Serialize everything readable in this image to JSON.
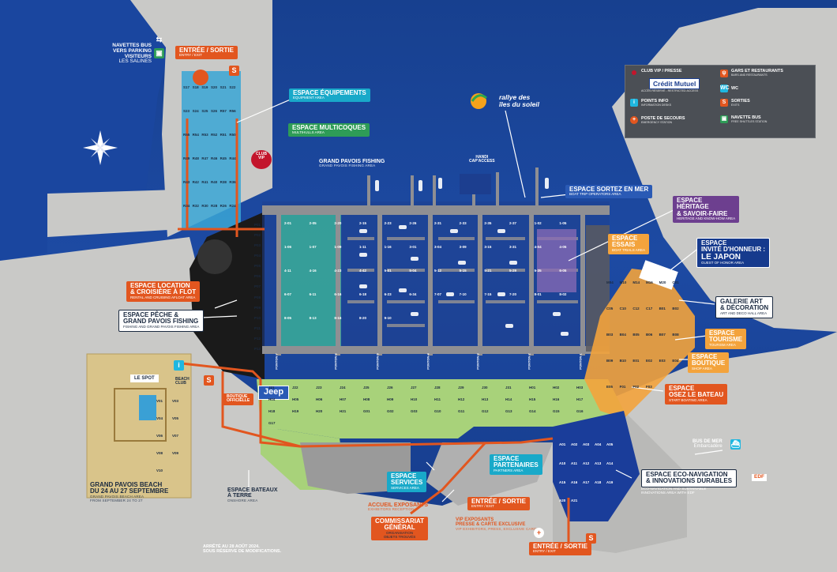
{
  "colors": {
    "sea": "#1d4aa3",
    "land": "#c9c9c7",
    "pier": "#8f8f93",
    "orange": "#e2561f",
    "teal": "#19a9c9",
    "green": "#2e9c57",
    "navy": "#163a8d",
    "purple": "#6d3f8f",
    "yellow_beach": "#d9c48a",
    "legend_bg": "#4b4f55"
  },
  "labels": {
    "navettes_bus": {
      "line1": "NAVETTES BUS",
      "line2": "VERS PARKING VISITEURS",
      "line3": "LES SALINES"
    },
    "entree_top": {
      "title": "ENTRÉE / SORTIE",
      "sub": "ENTRY / EXIT"
    },
    "equipements": {
      "title": "ESPACE ÉQUIPEMENTS",
      "sub": "EQUIPMENT AREA"
    },
    "multicoques": {
      "title": "ESPACE MULTICOQUES",
      "sub": "MULTIHULLS AREA"
    },
    "grand_pavois_fishing": {
      "title": "GRAND PAVOIS FISHING",
      "sub": "GRAND PAVOIS FISHING AREA"
    },
    "club_vip": {
      "line1": "CLUB",
      "line2": "VIP"
    },
    "handi": {
      "line1": "HANDI",
      "line2": "CAP'ACCESS"
    },
    "sortez": {
      "title": "ESPACE SORTEZ EN MER",
      "sub": "BOAT TRIP OPERATORS AREA"
    },
    "heritage": {
      "line1": "ESPACE",
      "line2": "HÉRITAGE",
      "line3": "& SAVOIR-FAIRE",
      "sub": "HERITAGE AND KNOW-HOW AREA"
    },
    "essais": {
      "line1": "ESPACE",
      "line2": "ESSAIS",
      "sub": "BOAT TRIALS AREA"
    },
    "invite": {
      "line1": "ESPACE",
      "line2": "INVITÉ D'HONNEUR :",
      "line3": "LE JAPON",
      "sub": "GUEST OF HONOR AREA"
    },
    "galerie": {
      "line1": "GALERIE ART",
      "line2": "& DÉCORATION",
      "sub": "ART AND DECO HALL AREA"
    },
    "tourisme": {
      "line1": "ESPACE",
      "line2": "TOURISME",
      "sub": "TOURISM AREA"
    },
    "boutique": {
      "line1": "ESPACE",
      "line2": "BOUTIQUE",
      "sub": "SHOP AREA"
    },
    "osez": {
      "line1": "ESPACE",
      "line2": "OSEZ LE BATEAU",
      "sub": "START BOATING AREA"
    },
    "location": {
      "line1": "ESPACE LOCATION",
      "line2": "& CROISIÈRE À FLOT",
      "sub": "RENTAL AND CRUISING AFLOAT AREA"
    },
    "peche": {
      "line1": "ESPACE PÊCHE &",
      "line2": "GRAND PAVOIS FISHING",
      "sub": "FISHING AND GRAND PAVOIS FISHING AREA"
    },
    "le_spot": "LE SPOT",
    "beach_club": {
      "line1": "BEACH",
      "line2": "CLUB"
    },
    "boutique_off": {
      "line1": "BOUTIQUE",
      "line2": "OFFICIELLE"
    },
    "jeep": "Jeep",
    "grand_pavois_beach": {
      "line1": "GRAND PAVOIS BEACH",
      "line2": "DU 24 AU 27 SEPTEMBRE",
      "sub1": "GRAND PAVOIS BEACH AREA",
      "sub2": "FROM SEPTEMBER 24 TO 27"
    },
    "bateaux_terre": {
      "line1": "ESPACE BATEAUX",
      "line2": "À TERRE",
      "sub": "ONSHORE AREA"
    },
    "services": {
      "line1": "ESPACE",
      "line2": "SERVICES",
      "sub": "SERVICES AREA"
    },
    "partenaires": {
      "line1": "ESPACE",
      "line2": "PARTENAIRES",
      "sub": "PARTNERS AREA"
    },
    "accueil": {
      "line1": "ACCUEIL EXPOSANTS",
      "sub": "EXHIBITORS RECEPTION"
    },
    "commissariat": {
      "line1": "COMMISSARIAT",
      "line2": "GÉNÉRAL",
      "sub1": "ORGANISATION",
      "sub2": "OBJETS TROUVÉS"
    },
    "vip_expo": {
      "line1": "VIP EXPOSANTS",
      "line2": "PRESSE & CARTE EXCLUSIVE",
      "sub": "VIP EXHIBITORS, PRESS, EXCLUSIVE CARD"
    },
    "entree_mid": {
      "title": "ENTRÉE / SORTIE",
      "sub": "ENTRY / EXIT"
    },
    "entree_bottom": {
      "title": "ENTRÉE / SORTIE",
      "sub": "ENTRY / EXIT"
    },
    "eco": {
      "line1": "ESPACE ECO-NAVIGATION",
      "line2": "& INNOVATIONS DURABLES",
      "sub1": "ECO-NAVIGATION AND SUSTAINABLE",
      "sub2": "INNOVATIONS AREA WITH EDF"
    },
    "bus_mer": {
      "line1": "BUS DE MER",
      "line2": "Embarcadère"
    },
    "arrete": {
      "line1": "ARRÊTÉ AU 28 AOÛT 2024.",
      "line2": "SOUS RÉSERVE DE MODIFICATIONS."
    },
    "rallye": {
      "line1": "rallye des",
      "line2": "îles du soleil"
    }
  },
  "legend": {
    "club_vip": {
      "line1": "CLUB VIP / PRESSE",
      "credit": "Crédit Mutuel",
      "sub": "ACCÈS RÉSERVÉ - RESTRICTED ACCESS"
    },
    "gares": {
      "line1": "GARS ET RESTAURANTS",
      "sub": "BARS AND RESTAURANTS"
    },
    "wc": {
      "line1": "WC"
    },
    "points_info": {
      "line1": "POINTS INFO",
      "sub": "INFORMATION DESKS"
    },
    "sorties": {
      "line1": "SORTIES",
      "sub": "EXITS"
    },
    "secours": {
      "line1": "POSTE DE SECOURS",
      "sub": "EMERGENCY STATION"
    },
    "navette": {
      "line1": "NAVETTE BUS",
      "sub": "FREE SHUTTLES STATION"
    }
  },
  "icons": [
    "bus-icon",
    "compass-rose-icon",
    "toilet-icon",
    "restaurant-icon",
    "info-icon",
    "exit-icon",
    "first-aid-icon",
    "ferry-icon",
    "edf-logo-icon",
    "walker-icon"
  ],
  "stands": {
    "top": [
      "S17",
      "S18",
      "S19",
      "S20",
      "S21",
      "S22",
      "S23",
      "S24",
      "S25",
      "S26",
      "R57",
      "R56",
      "R55",
      "R54",
      "R53",
      "R52",
      "R51",
      "R50",
      "R49",
      "R48",
      "R47",
      "R46",
      "R45",
      "R44",
      "R43",
      "R42",
      "R41",
      "R40",
      "R38",
      "R36",
      "R34",
      "R32",
      "R30",
      "R28",
      "R26",
      "R24"
    ],
    "docks": [
      "2-01",
      "2-05",
      "2-20",
      "2-15",
      "2-23",
      "2-26",
      "2-31",
      "2-33",
      "2-35",
      "2-37",
      "1-02",
      "1-05",
      "1-06",
      "1-07",
      "1-09",
      "1-11",
      "1-16",
      "3-01",
      "3-04",
      "3-09",
      "3-15",
      "3-31",
      "4-04",
      "4-05",
      "4-11",
      "4-16",
      "4-23",
      "4-42",
      "5-01",
      "5-04",
      "5-12",
      "5-15",
      "5-21",
      "5-29",
      "5-35",
      "6-05",
      "6-07",
      "6-11",
      "6-16",
      "6-18",
      "6-23",
      "6-34",
      "7-07",
      "7-10",
      "7-15",
      "7-20",
      "8-01",
      "8-02",
      "8-05",
      "8-13",
      "8-16",
      "8-20",
      "9-10"
    ],
    "quays": [
      "P01",
      "P02",
      "P03",
      "P04",
      "P05",
      "P06",
      "P07",
      "P08",
      "P09",
      "P10",
      "P11",
      "P12",
      "P13"
    ],
    "right": [
      "M04",
      "M10",
      "M14",
      "M16",
      "M20",
      "C01",
      "C05",
      "C10",
      "C12",
      "C17",
      "B01",
      "B02",
      "B03",
      "B04",
      "B05",
      "B06",
      "B07",
      "B08",
      "B09",
      "B10",
      "E01",
      "E02",
      "E03",
      "E04",
      "E05",
      "F01",
      "F02",
      "F03"
    ],
    "green": [
      "J21",
      "J22",
      "J23",
      "J24",
      "J25",
      "J26",
      "J27",
      "J28",
      "J29",
      "J30",
      "J31",
      "H01",
      "H02",
      "H03",
      "H04",
      "H05",
      "H06",
      "H07",
      "H08",
      "H09",
      "H10",
      "H11",
      "H12",
      "H13",
      "H14",
      "H15",
      "H16",
      "H17",
      "H18",
      "H19",
      "H20",
      "H21",
      "G01",
      "G02",
      "G03",
      "G10",
      "G11",
      "G12",
      "G13",
      "G14",
      "G15",
      "G16",
      "G17"
    ],
    "eco": [
      "A01",
      "A02",
      "A03",
      "A04",
      "A05",
      "A10",
      "A11",
      "A12",
      "A13",
      "A14",
      "A15",
      "A16",
      "A17",
      "A18",
      "A19",
      "A20",
      "A21"
    ],
    "beach": [
      "V01",
      "V03",
      "V04",
      "V05",
      "V06",
      "V07",
      "V08",
      "V09",
      "V10"
    ]
  },
  "piers": [
    "PONTON 7",
    "PONTON 6",
    "PONTON 5",
    "PONTON 4",
    "PONTON 3",
    "PONTON 2",
    "PONTON 1"
  ]
}
